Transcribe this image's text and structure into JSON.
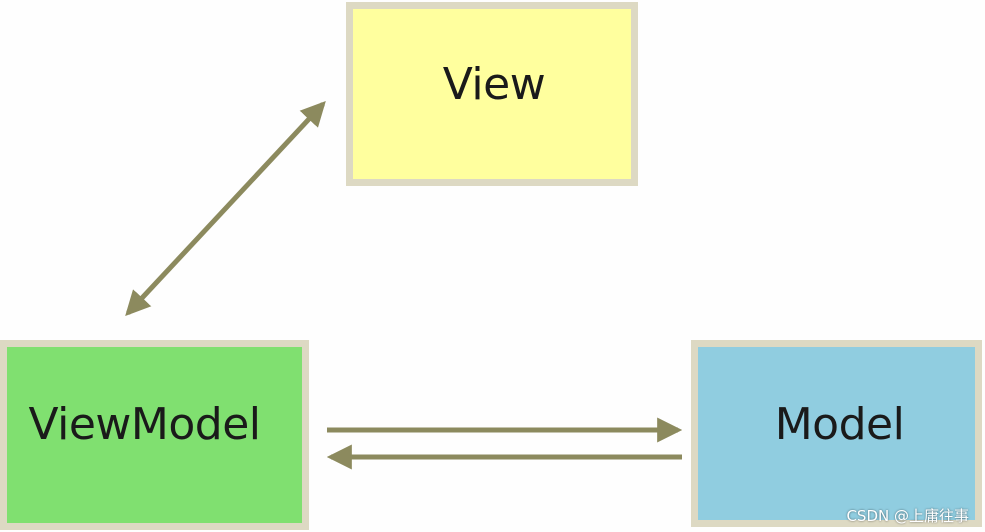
{
  "nodes": {
    "view": {
      "label": "View"
    },
    "viewmodel": {
      "label": "ViewModel"
    },
    "model": {
      "label": "Model"
    }
  },
  "watermark": "CSDN @上庸往事",
  "colors": {
    "view_fill": "#ffff9e",
    "viewmodel_fill": "#80e070",
    "model_fill": "#90cde0",
    "box_border": "#ddd9c3",
    "arrow": "#8c8a5e"
  }
}
